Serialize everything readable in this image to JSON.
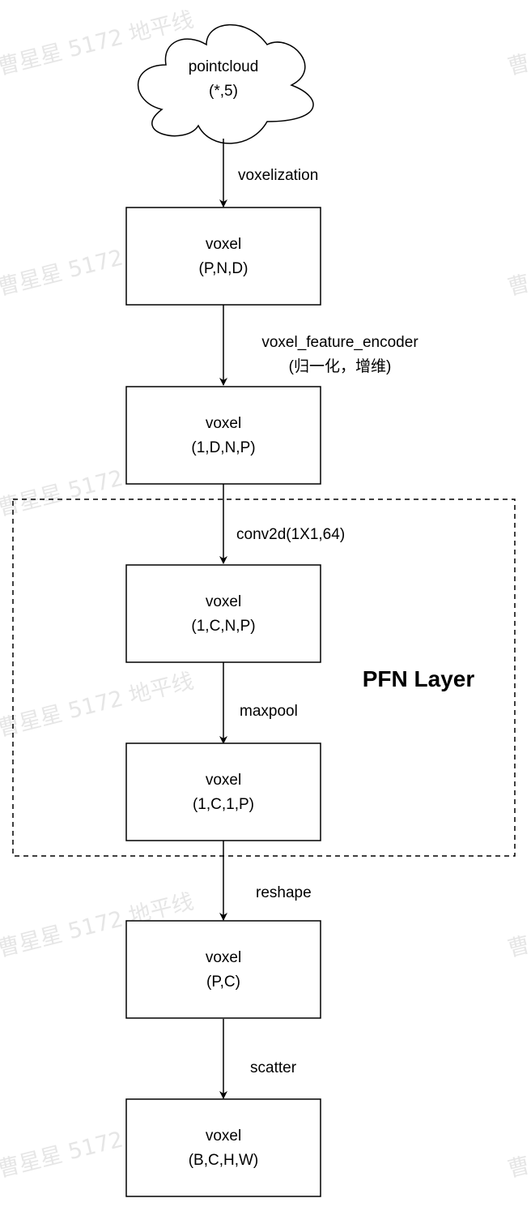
{
  "watermark": {
    "text": "曹星星 5172 地平线",
    "partial_text": "曹"
  },
  "colors": {
    "stroke": "#000000",
    "watermark": "#e6e6e6",
    "background": "#ffffff"
  },
  "source": {
    "line1": "pointcloud",
    "line2": "(*,5)"
  },
  "nodes": [
    {
      "line1": "voxel",
      "line2": "(P,N,D)"
    },
    {
      "line1": "voxel",
      "line2": "(1,D,N,P)"
    },
    {
      "line1": "voxel",
      "line2": "(1,C,N,P)"
    },
    {
      "line1": "voxel",
      "line2": "(1,C,1,P)"
    },
    {
      "line1": "voxel",
      "line2": "(P,C)"
    },
    {
      "line1": "voxel",
      "line2": "(B,C,H,W)"
    }
  ],
  "edges": [
    {
      "line1": "voxelization"
    },
    {
      "line1": "voxel_feature_encoder",
      "line2": "(归一化，增维)"
    },
    {
      "line1": "conv2d(1X1,64)"
    },
    {
      "line1": "maxpool"
    },
    {
      "line1": "reshape"
    },
    {
      "line1": "scatter"
    }
  ],
  "group": {
    "title": "PFN Layer"
  }
}
